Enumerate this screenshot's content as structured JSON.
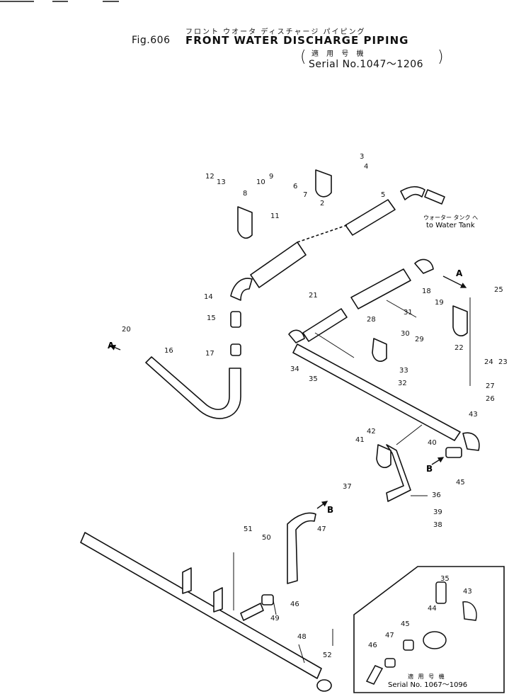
{
  "title": {
    "jp": "フロント ウオータ ディスチャージ パイピング",
    "fig": "Fig.606",
    "main": "FRONT WATER DISCHARGE PIPING",
    "serial_jp": "適 用 号 機",
    "serial": "Serial No.1047～1206",
    "paren_open": "(",
    "paren_close": ")"
  },
  "notes": {
    "to_tank_jp": "ウォーター タンク へ",
    "to_tank": "to Water Tank",
    "inset_jp": "適 用 号 機",
    "inset_serial": "Serial No. 1067～1096"
  },
  "connectors": {
    "a": "A",
    "b": "B"
  },
  "callouts": [
    {
      "n": "2"
    },
    {
      "n": "3"
    },
    {
      "n": "4"
    },
    {
      "n": "5"
    },
    {
      "n": "6"
    },
    {
      "n": "7"
    },
    {
      "n": "8"
    },
    {
      "n": "9"
    },
    {
      "n": "10"
    },
    {
      "n": "11"
    },
    {
      "n": "12"
    },
    {
      "n": "13"
    },
    {
      "n": "14"
    },
    {
      "n": "15"
    },
    {
      "n": "16"
    },
    {
      "n": "17"
    },
    {
      "n": "18"
    },
    {
      "n": "19"
    },
    {
      "n": "20"
    },
    {
      "n": "21"
    },
    {
      "n": "22"
    },
    {
      "n": "23"
    },
    {
      "n": "24"
    },
    {
      "n": "25"
    },
    {
      "n": "26"
    },
    {
      "n": "27"
    },
    {
      "n": "28"
    },
    {
      "n": "29"
    },
    {
      "n": "30"
    },
    {
      "n": "31"
    },
    {
      "n": "32"
    },
    {
      "n": "33"
    },
    {
      "n": "34"
    },
    {
      "n": "35"
    },
    {
      "n": "36"
    },
    {
      "n": "37"
    },
    {
      "n": "38"
    },
    {
      "n": "39"
    },
    {
      "n": "40"
    },
    {
      "n": "41"
    },
    {
      "n": "42"
    },
    {
      "n": "43"
    },
    {
      "n": "45"
    },
    {
      "n": "46"
    },
    {
      "n": "47"
    },
    {
      "n": "48"
    },
    {
      "n": "49"
    },
    {
      "n": "50"
    },
    {
      "n": "51"
    },
    {
      "n": "52"
    }
  ],
  "inset_callouts": [
    {
      "n": "35"
    },
    {
      "n": "43"
    },
    {
      "n": "44"
    },
    {
      "n": "45"
    },
    {
      "n": "46"
    },
    {
      "n": "47"
    }
  ]
}
